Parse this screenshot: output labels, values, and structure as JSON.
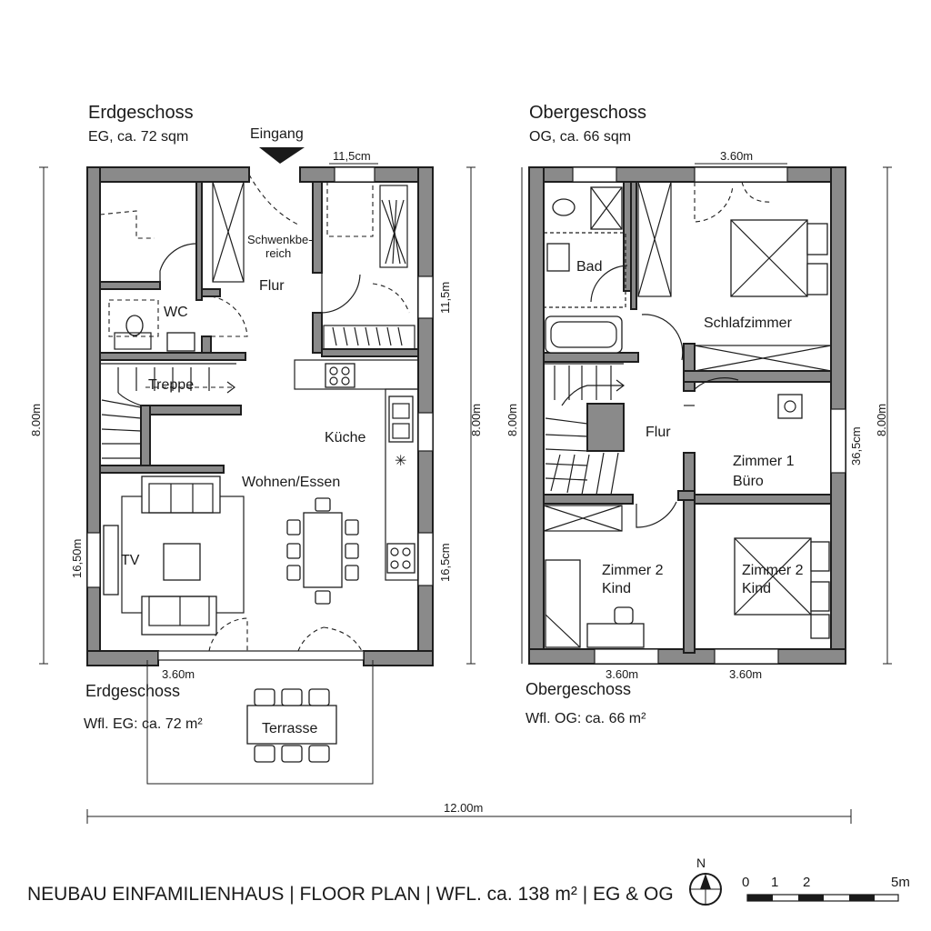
{
  "ground_floor": {
    "header_title": "Erdgeschoss",
    "header_area": "EG, ca. 72 sqm",
    "entrance": "Eingang",
    "swing_area": [
      "Schwenkbe-",
      "reich"
    ],
    "top_dim": "11,5cm",
    "right_dim_upper": "11,5m",
    "right_dim_lower": "16,5cm",
    "left_dim": "16,50m",
    "height_dim": "8.00m",
    "bottom_dim": "3.60m",
    "footer_title": "Erdgeschoss",
    "footer_area": "Wfl. EG: ca. 72 m²",
    "rooms": {
      "hall": "Flur",
      "wc": "WC",
      "stairs": "Treppe",
      "kitchen": "Küche",
      "living": "Wohnen/Essen",
      "tv": "TV",
      "terrace": "Terrasse"
    }
  },
  "upper_floor": {
    "header_title": "Obergeschoss",
    "header_area": "OG, ca. 66 sqm",
    "top_dim": "3.60m",
    "right_dim": "36,5cm",
    "height_dim": "8.00m",
    "bottom_dim_left": "3.60m",
    "bottom_dim_right": "3.60m",
    "left_height_dim": "8.00m",
    "footer_title": "Obergeschoss",
    "footer_area": "Wfl. OG: ca. 66 m²",
    "rooms": {
      "bath": "Bad",
      "bedroom": "Schlafzimmer",
      "hall": "Flur",
      "room1_line1": "Zimmer 1",
      "room1_line2": "Büro",
      "room2a_line1": "Zimmer 2",
      "room2a_line2": "Kind",
      "room2b_line1": "Zimmer 2",
      "room2b_line2": "Kind"
    }
  },
  "overall_width": "12.00m",
  "footer_caption": "NEUBAU EINFAMILIENHAUS | FLOOR PLAN | WFL. ca. 138 m² | EG & OG",
  "north_label": "N",
  "scale_labels": [
    "0",
    "1",
    "2",
    "5m"
  ]
}
